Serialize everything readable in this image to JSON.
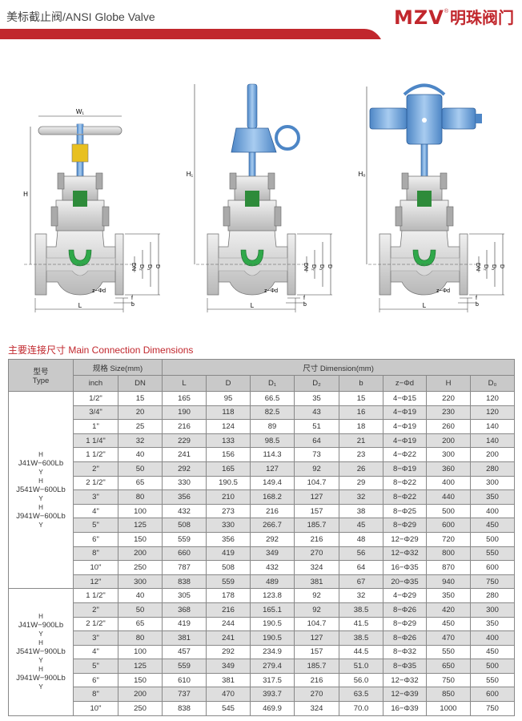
{
  "header": {
    "title": "美标截止阀/ANSI Globe Valve",
    "logo_brand": "MZV",
    "logo_reg": "®",
    "logo_cn": "明珠阀门",
    "accent_color": "#c1272d"
  },
  "drawings": {
    "labels": {
      "w1": "W₁",
      "h": "H",
      "h1": "H₁",
      "h0": "H₀",
      "dn": "DN",
      "d2": "D₂",
      "d1": "D₁",
      "d": "D",
      "zd": "z−Φd",
      "f": "f",
      "b": "b",
      "l": "L"
    }
  },
  "section_title": "主要连接尺寸 Main Connection Dimensions",
  "table": {
    "h_type": "型号",
    "h_type_en": "Type",
    "h_size": "规格 Size(mm)",
    "h_dim": "尺寸 Dimension(mm)",
    "cols": [
      "inch",
      "DN",
      "L",
      "D",
      "D₁",
      "D₂",
      "b",
      "z−Φd",
      "H",
      "D₀"
    ],
    "groups": [
      {
        "type_lines": [
          "H",
          "J41W−600Lb",
          "Y",
          "H",
          "J541W−600Lb",
          "Y",
          "H",
          "J941W−600Lb",
          "Y"
        ],
        "rows": [
          [
            "1/2\"",
            "15",
            "165",
            "95",
            "66.5",
            "35",
            "15",
            "4−Φ15",
            "220",
            "120"
          ],
          [
            "3/4\"",
            "20",
            "190",
            "118",
            "82.5",
            "43",
            "16",
            "4−Φ19",
            "230",
            "120"
          ],
          [
            "1\"",
            "25",
            "216",
            "124",
            "89",
            "51",
            "18",
            "4−Φ19",
            "260",
            "140"
          ],
          [
            "1 1/4\"",
            "32",
            "229",
            "133",
            "98.5",
            "64",
            "21",
            "4−Φ19",
            "200",
            "140"
          ],
          [
            "1 1/2\"",
            "40",
            "241",
            "156",
            "114.3",
            "73",
            "23",
            "4−Φ22",
            "300",
            "200"
          ],
          [
            "2\"",
            "50",
            "292",
            "165",
            "127",
            "92",
            "26",
            "8−Φ19",
            "360",
            "280"
          ],
          [
            "2 1/2\"",
            "65",
            "330",
            "190.5",
            "149.4",
            "104.7",
            "29",
            "8−Φ22",
            "400",
            "300"
          ],
          [
            "3\"",
            "80",
            "356",
            "210",
            "168.2",
            "127",
            "32",
            "8−Φ22",
            "440",
            "350"
          ],
          [
            "4\"",
            "100",
            "432",
            "273",
            "216",
            "157",
            "38",
            "8−Φ25",
            "500",
            "400"
          ],
          [
            "5\"",
            "125",
            "508",
            "330",
            "266.7",
            "185.7",
            "45",
            "8−Φ29",
            "600",
            "450"
          ],
          [
            "6\"",
            "150",
            "559",
            "356",
            "292",
            "216",
            "48",
            "12−Φ29",
            "720",
            "500"
          ],
          [
            "8\"",
            "200",
            "660",
            "419",
            "349",
            "270",
            "56",
            "12−Φ32",
            "800",
            "550"
          ],
          [
            "10\"",
            "250",
            "787",
            "508",
            "432",
            "324",
            "64",
            "16−Φ35",
            "870",
            "600"
          ],
          [
            "12\"",
            "300",
            "838",
            "559",
            "489",
            "381",
            "67",
            "20−Φ35",
            "940",
            "750"
          ]
        ]
      },
      {
        "type_lines": [
          "H",
          "J41W−900Lb",
          "Y",
          "H",
          "J541W−900Lb",
          "Y",
          "H",
          "J941W−900Lb",
          "Y"
        ],
        "rows": [
          [
            "1 1/2\"",
            "40",
            "305",
            "178",
            "123.8",
            "92",
            "32",
            "4−Φ29",
            "350",
            "280"
          ],
          [
            "2\"",
            "50",
            "368",
            "216",
            "165.1",
            "92",
            "38.5",
            "8−Φ26",
            "420",
            "300"
          ],
          [
            "2 1/2\"",
            "65",
            "419",
            "244",
            "190.5",
            "104.7",
            "41.5",
            "8−Φ29",
            "450",
            "350"
          ],
          [
            "3\"",
            "80",
            "381",
            "241",
            "190.5",
            "127",
            "38.5",
            "8−Φ26",
            "470",
            "400"
          ],
          [
            "4\"",
            "100",
            "457",
            "292",
            "234.9",
            "157",
            "44.5",
            "8−Φ32",
            "550",
            "450"
          ],
          [
            "5\"",
            "125",
            "559",
            "349",
            "279.4",
            "185.7",
            "51.0",
            "8−Φ35",
            "650",
            "500"
          ],
          [
            "6\"",
            "150",
            "610",
            "381",
            "317.5",
            "216",
            "56.0",
            "12−Φ32",
            "750",
            "550"
          ],
          [
            "8\"",
            "200",
            "737",
            "470",
            "393.7",
            "270",
            "63.5",
            "12−Φ39",
            "850",
            "600"
          ],
          [
            "10\"",
            "250",
            "838",
            "545",
            "469.9",
            "324",
            "70.0",
            "16−Φ39",
            "1000",
            "750"
          ]
        ]
      }
    ]
  }
}
